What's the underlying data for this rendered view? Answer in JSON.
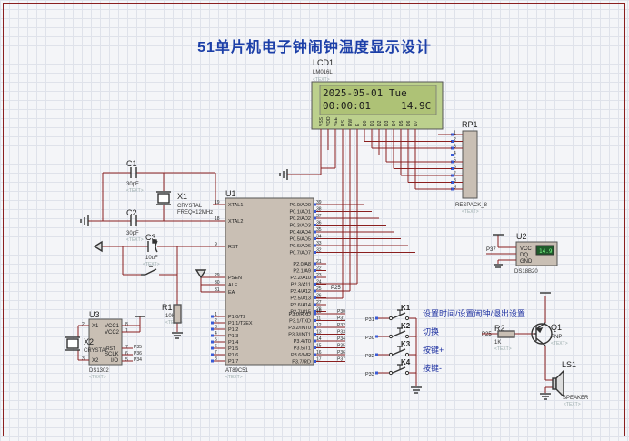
{
  "title": "51单片机电子钟闹钟温度显示设计",
  "lcd": {
    "ref": "LCD1",
    "model": "LM016L",
    "text_tag": "<TEXT>",
    "line1": "2025-05-01 Tue",
    "line2": "00:00:01     14.9C",
    "pins": [
      "VSS",
      "VDD",
      "VEE",
      "RS",
      "RW",
      "E",
      "D0",
      "D1",
      "D2",
      "D3",
      "D4",
      "D5",
      "D6",
      "D7"
    ]
  },
  "rp1": {
    "ref": "RP1",
    "model": "RESPACK_8",
    "text_tag": "<TEXT>",
    "pins": [
      "1",
      "2",
      "3",
      "4",
      "5",
      "6",
      "7",
      "8",
      "9"
    ]
  },
  "c1": {
    "ref": "C1",
    "value": "30pF",
    "text_tag": "<TEXT>"
  },
  "c2": {
    "ref": "C2",
    "value": "30pF",
    "text_tag": "<TEXT>"
  },
  "c3": {
    "ref": "C3",
    "value": "10uF",
    "text_tag": "<TEXT>"
  },
  "x1": {
    "ref": "X1",
    "type": "CRYSTAL",
    "freq": "FREQ=12MHz"
  },
  "r1": {
    "ref": "R1",
    "value": "10k",
    "text_tag": "<TEXT>"
  },
  "u1": {
    "ref": "U1",
    "model": "AT89C51",
    "text_tag": "<TEXT>",
    "left_pins": [
      {
        "name": "XTAL1",
        "num": "19"
      },
      {
        "name": "XTAL2",
        "num": "18"
      },
      {
        "name": "RST",
        "num": "9"
      },
      {
        "name": "PSEN",
        "num": "29"
      },
      {
        "name": "ALE",
        "num": "30"
      },
      {
        "name": "EA",
        "num": "31"
      },
      {
        "name": "P1.0/T2",
        "num": "1"
      },
      {
        "name": "P1.1/T2EX",
        "num": "2"
      },
      {
        "name": "P1.2",
        "num": "3"
      },
      {
        "name": "P1.3",
        "num": "4"
      },
      {
        "name": "P1.4",
        "num": "5"
      },
      {
        "name": "P1.5",
        "num": "6"
      },
      {
        "name": "P1.6",
        "num": "7"
      },
      {
        "name": "P1.7",
        "num": "8"
      }
    ],
    "right_pins_p0": [
      {
        "name": "P0.0/AD0",
        "num": "39"
      },
      {
        "name": "P0.1/AD1",
        "num": "38"
      },
      {
        "name": "P0.2/AD2",
        "num": "37"
      },
      {
        "name": "P0.3/AD3",
        "num": "36"
      },
      {
        "name": "P0.4/AD4",
        "num": "35"
      },
      {
        "name": "P0.5/AD5",
        "num": "34"
      },
      {
        "name": "P0.6/AD6",
        "num": "33"
      },
      {
        "name": "P0.7/AD7",
        "num": "32"
      }
    ],
    "right_pins_p2": [
      {
        "name": "P2.0/A8",
        "num": "21"
      },
      {
        "name": "P2.1/A9",
        "num": "22"
      },
      {
        "name": "P2.2/A10",
        "num": "23"
      },
      {
        "name": "P2.3/A11",
        "num": "24"
      },
      {
        "name": "P2.4/A12",
        "num": "25"
      },
      {
        "name": "P2.5/A13",
        "num": "26"
      },
      {
        "name": "P2.6/A14",
        "num": "27"
      },
      {
        "name": "P2.7/A15",
        "num": "28"
      }
    ],
    "right_pins_p3": [
      {
        "name": "P3.0/RXD",
        "num": "10"
      },
      {
        "name": "P3.1/TXD",
        "num": "11"
      },
      {
        "name": "P3.2/INT0",
        "num": "12"
      },
      {
        "name": "P3.3/INT1",
        "num": "13"
      },
      {
        "name": "P3.4/T0",
        "num": "14"
      },
      {
        "name": "P3.5/T1",
        "num": "15"
      },
      {
        "name": "P3.6/WR",
        "num": "16"
      },
      {
        "name": "P3.7/RD",
        "num": "17"
      }
    ],
    "net_p25": "P25"
  },
  "u2": {
    "ref": "U2",
    "model": "DS18B20",
    "pins": [
      "VCC",
      "DQ",
      "GND"
    ],
    "display": "14.9",
    "net": "P37"
  },
  "u3": {
    "ref": "U3",
    "model": "DS1302",
    "text_tag": "<TEXT>",
    "pins_left": [
      "X1",
      "X2"
    ],
    "pins_right": [
      "VCC1",
      "VCC2",
      "SCLK",
      "I/O"
    ],
    "rst": "RST",
    "pin_nums": [
      "2",
      "3",
      "8",
      "1",
      "7",
      "6",
      "5"
    ],
    "nets": [
      "P35",
      "P36",
      "P34"
    ]
  },
  "x2": {
    "ref": "X2",
    "type": "CRYSTAL"
  },
  "p3_nets": [
    "P30",
    "P31",
    "P32",
    "P33",
    "P34",
    "P35",
    "P36",
    "P37"
  ],
  "keys": [
    {
      "ref": "K1",
      "net": "P31",
      "label": "设置时间/设置闹钟/退出设置"
    },
    {
      "ref": "K2",
      "net": "P30",
      "label": "切换"
    },
    {
      "ref": "K3",
      "net": "P32",
      "label": "按键+"
    },
    {
      "ref": "K4",
      "net": "P33",
      "label": "按键-"
    }
  ],
  "r2": {
    "ref": "R2",
    "value": "1K",
    "text_tag": "<TEXT>",
    "net": "P25"
  },
  "q1": {
    "ref": "Q1",
    "type": "PNP",
    "text_tag": "<TEXT>"
  },
  "ls1": {
    "ref": "LS1",
    "type": "SPEAKER",
    "text_tag": "<TEXT>"
  }
}
